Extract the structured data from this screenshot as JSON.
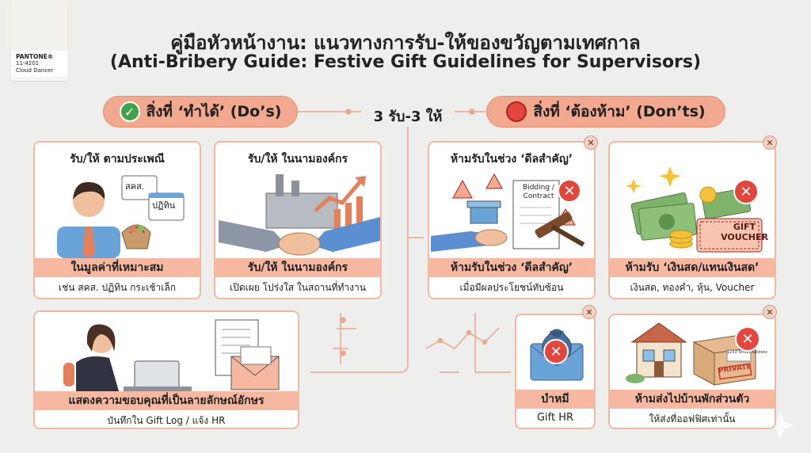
{
  "swatch": {
    "brand": "PANTONE®",
    "code": "11-4201",
    "name": "Cloud Dancer"
  },
  "title": {
    "line1": "คู่มือหัวหน้างาน: แนวทางการรับ-ให้ของขวัญตามเทศกาล",
    "line2": "(Anti-Bribery Guide: Festive Gift Guidelines for Supervisors)"
  },
  "dos": {
    "label": "สิ่งที่ ‘ทำได้’ (Do’s)",
    "icon": "check-circle-icon",
    "color": "#3fa14a"
  },
  "donts": {
    "label": "สิ่งที่ ‘ต้องห้าม’ (Don’ts)",
    "icon": "prohibited-circle-icon",
    "color": "#e3463d"
  },
  "center_label": "3 รับ-3 ให้",
  "cards": {
    "custom": {
      "title": "รับ/ให้ ตามประเพณี",
      "tag1": "สคส.",
      "tag2": "ปฏิทิน",
      "band": "ในมูลค่าที่เหมาะสม",
      "sub": "เช่น สคส. ปฏิทิน กระเช้าเล็ก"
    },
    "org": {
      "title": "รับ/ให้ ในนามองค์กร",
      "band": "รับ/ให้ ในนามองค์กร",
      "sub": "เปิดเผย โปร่งใส ในสถานที่ทำงาน"
    },
    "thanks": {
      "band": "แสดงความขอบคุณที่เป็นลายลักษณ์อักษร",
      "sub": "บันทึกใน Gift Log / แจ้ง HR"
    },
    "keyperiod": {
      "title": "ห้ามรับในช่วง ‘ดีลสำคัญ’",
      "doc_label": "Bidding / Contract",
      "band": "ห้ามรับในช่วง ‘ดีลสำคัญ’",
      "sub": "เมื่อมีผลประโยชน์ทับซ้อน"
    },
    "cash": {
      "voucher_label_1": "GIFT",
      "voucher_label_2": "VOUCHER",
      "band": "ห้ามรับ ‘เงินสด/แทนเงินสด’",
      "sub": "เงินสด, ทองคำ, หุ้น, Voucher"
    },
    "bonus": {
      "band": "บำหมี",
      "sub": "Gift HR"
    },
    "home": {
      "box_address": "1233 Street Address",
      "stamp": "PRIVATE",
      "band": "ห้ามส่งไปบ้านพักส่วนตัว",
      "sub": "ให้ส่งที่ออฟฟิศเท่านั้น"
    }
  },
  "colors": {
    "accent": "#f6b8a0",
    "card_border": "#f0b9a3",
    "pill": "#f2a98f",
    "background": "#eeeeed"
  }
}
